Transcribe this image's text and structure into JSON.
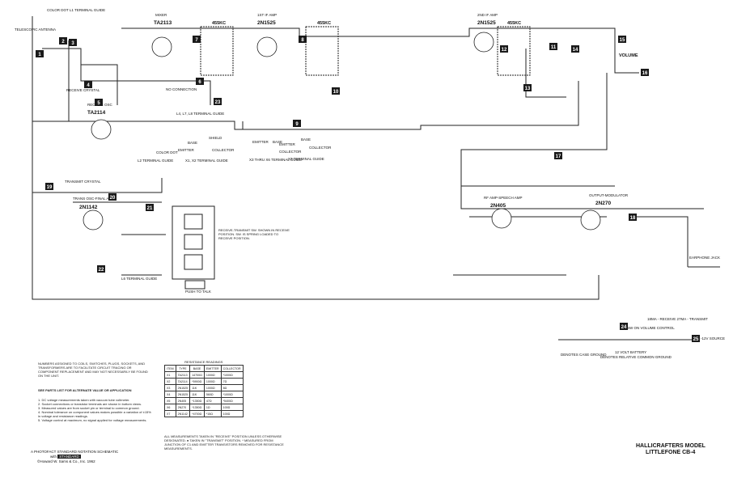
{
  "title": {
    "line1": "HALLICRAFTERS MODEL",
    "line2": "LITTLEFONE CB-4"
  },
  "transistors": [
    {
      "id": "mixer",
      "role": "MIXER",
      "part": "TA2113"
    },
    {
      "id": "if1",
      "role": "1ST IF AMP",
      "part": "2N1525"
    },
    {
      "id": "if2",
      "role": "2ND IF AMP",
      "part": "2N1525"
    },
    {
      "id": "recosc",
      "role": "RECEIVE OSC",
      "part": "TA2114"
    },
    {
      "id": "transosc",
      "role": "TRANS OSC-FINAL AMP",
      "part": "2N1142"
    },
    {
      "id": "rfamp",
      "role": "RF AMP-SPEECH AMP",
      "part": "2N405"
    },
    {
      "id": "output",
      "role": "OUTPUT-MODULATOR",
      "part": "2N270"
    }
  ],
  "labels": {
    "antenna": "TELESCOPIC ANTENNA",
    "color_dot_l1": "COLOR DOT L1 TERMINAL GUIDE",
    "if_455": "455KC",
    "receive_crystal": "RECEIVE CRYSTAL",
    "transmit_crystal": "TRANSMIT CRYSTAL",
    "no_connection": "NO CONNECTION",
    "l4_guide": "L4, L7, L8 TERMINAL GUIDE",
    "l2_guide": "L2 TERMINAL GUIDE",
    "l6_guide": "L6 TERMINAL GUIDE",
    "color_dot": "COLOR DOT",
    "base_diag_1": "X1, X2 TERMINAL GUIDE",
    "base_diag_2": "X3 THRU X6 TERMINAL GUIDE",
    "base_diag_3": "X7 TERMINAL GUIDE",
    "shield": "SHIELD",
    "base": "BASE",
    "emitter": "EMITTER",
    "collector": "COLLECTOR",
    "switch_note": "RECEIVE-TRANSMIT SW. SHOWN IN RECEIVE POSITION. SW. IS SPRING LOADED TO RECEIVE POSITION.",
    "push_to_talk": "PUSH TO TALK",
    "volume": "VOLUME",
    "earphone": "EARPHONE JACK",
    "battery": "12 VOLT BATTERY",
    "sw_on": "SW ON VOLUME CONTROL",
    "current": "18MA - RECEIVE 27MA - TRANSMIT",
    "case_ground": "DENOTES CASE GROUND",
    "common_ground": "DENOTES RELATIVE COMMON GROUND",
    "source": "-12V SOURCE"
  },
  "callouts": [
    "1",
    "2",
    "3",
    "4",
    "5",
    "6",
    "7",
    "8",
    "9",
    "10",
    "11",
    "12",
    "13",
    "14",
    "15",
    "16",
    "17",
    "18",
    "19",
    "20",
    "21",
    "22",
    "23",
    "24",
    "25"
  ],
  "notes": {
    "numbers": "NUMBERS ASSIGNED TO COILS, SWITCHES, PLUGS, SOCKETS, AND TRANSFORMERS ARE TO FACILITATE CIRCUIT TRACING OR COMPONENT REPLACEMENT AND MAY NOT NECESSARILY BE FOUND ON THE UNIT.",
    "parts_list": "SEE PARTS LIST FOR ALTERNATE VALUE OR APPLICATION",
    "items": [
      "1. DC voltage measurements taken with vacuum tube voltmeter.",
      "2. Socket connections or transistor terminals are shown in bottom views.",
      "3. Measured values are from socket pin or terminal to common ground.",
      "4. Nominal tolerance on component values makes possible a variation of ±15% in voltage and resistance readings.",
      "5. Voltage control at maximum, no signal applied for voltage measurements."
    ],
    "measurements": "ALL MEASUREMENTS TAKEN IN \"RECEIVE\" POSITION UNLESS OTHERWISE DESIGNATED. ● TAKEN IN \"TRANSMIT\" POSITION. * MEASURED FROM JUNCTION OF C1 AND EMITTER TRANSISTORS REMOVED FOR RESISTANCE MEASUREMENTS."
  },
  "resistance_table": {
    "caption": "RESISTANCE READINGS",
    "headers": [
      "ITEM",
      "TYPE",
      "BASE",
      "EMITTER",
      "COLLECTOR"
    ],
    "rows": [
      [
        "X1",
        "TA2113",
        "14700Ω",
        "1000Ω",
        "*1000Ω"
      ],
      [
        "X2",
        "TA2114",
        "*5900Ω",
        "1000Ω",
        "7Ω"
      ],
      [
        "X3",
        "2N1525",
        "11K",
        "1000Ω",
        "8Ω"
      ],
      [
        "X4",
        "2N1525",
        "11K",
        "560Ω",
        "*1000Ω"
      ],
      [
        "X5",
        "2N405",
        "*1350Ω",
        "47Ω",
        "*5400Ω"
      ],
      [
        "X6",
        "2N270",
        "*1350Ω",
        "1Ω",
        "100Ω"
      ],
      [
        "X7",
        "2N1142",
        "*4700Ω",
        "*15Ω",
        "100Ω"
      ]
    ]
  },
  "publisher": {
    "line1": "A PHOTOFACT STANDARD NOTATION SCHEMATIC",
    "line2": "with",
    "badge": "STANDARD",
    "line3": "©Howard W. Sams & Co., Inc. 1962"
  }
}
